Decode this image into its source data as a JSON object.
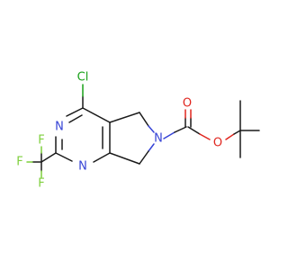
{
  "molecule": {
    "atoms": {
      "cl": "Cl",
      "n_top": "N",
      "n_bottom": "N",
      "n_ring": "N",
      "f_top": "F",
      "f_left": "F",
      "f_bottom": "F",
      "o_carbonyl": "O",
      "o_ester": "O"
    }
  },
  "colors": {
    "carbon_bond": "#1a1a1a",
    "nitrogen": "#3643d6",
    "oxygen": "#e0261f",
    "chlorine": "#19a119",
    "fluorine": "#7ecf3c",
    "background": "#ffffff"
  }
}
